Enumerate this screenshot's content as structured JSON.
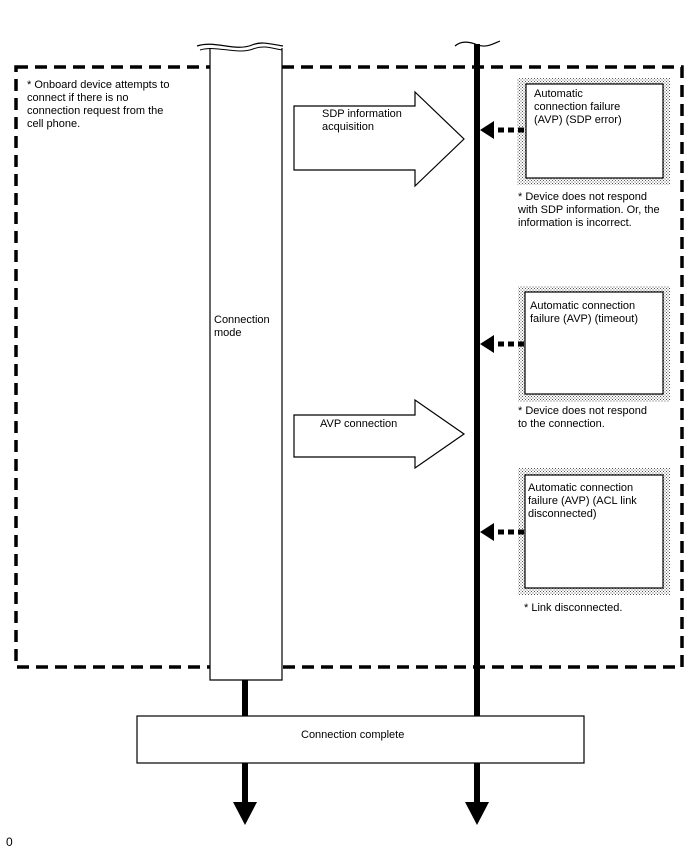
{
  "notes": {
    "onboard": "* Onboard device attempts to\nconnect if there is no\nconnection request from the\ncell phone.",
    "sdp_error": "* Device does not respond\nwith SDP information. Or, the\ninformation is incorrect.",
    "timeout": "* Device does not respond\nto the connection.",
    "acl": "* Link disconnected."
  },
  "lane": {
    "connection_mode": "Connection\nmode"
  },
  "arrows": {
    "sdp": "SDP information\nacquisition",
    "avp": "AVP connection"
  },
  "failures": {
    "sdp_error": "Automatic\nconnection failure\n(AVP) (SDP error)",
    "timeout": "Automatic connection\nfailure (AVP) (timeout)",
    "acl": "Automatic connection\nfailure (AVP) (ACL link\ndisconnected)"
  },
  "complete": {
    "label": "Connection complete"
  },
  "footer": {
    "code": "0"
  },
  "colors": {
    "line": "#000000",
    "background": "#ffffff"
  }
}
